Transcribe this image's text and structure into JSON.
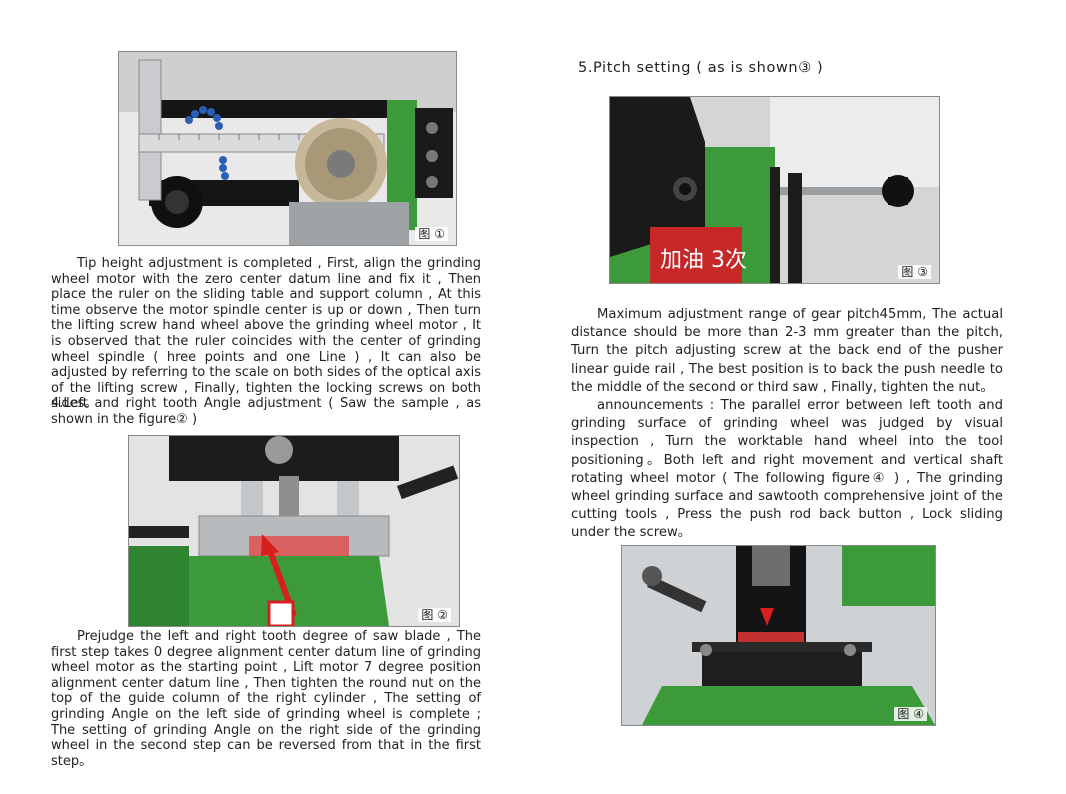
{
  "figures": {
    "fig1": "图 ①",
    "fig2": "图 ②",
    "fig3": "图 ③",
    "fig4": "图 ④"
  },
  "left_column": {
    "p1": "Tip height adjustment is completed , First, align the grinding wheel motor with the zero center datum line and fix it , Then place the ruler on the sliding table and support column , At this time observe the motor spindle center is up or down , Then turn the lifting screw hand wheel above the grinding wheel motor , It is observed that the ruler coincides with the center of grinding wheel spindle ( hree points and one Line ) , It can also be adjusted by referring to the scale on both sides of the optical axis of the lifting screw , Finally, tighten the locking screws on both sides。",
    "p2": "4.Left and right tooth Angle adjustment ( Saw the sample , as shown in the figure② )",
    "p3": "Prejudge the left and right tooth degree of saw blade , The first step takes 0 degree alignment center datum line of grinding wheel motor as the starting point , Lift motor 7 degree position alignment center datum line , Then tighten the round nut on the top of the guide column of the right cylinder , The setting of grinding Angle on the left side of grinding wheel is complete ; The setting of grinding Angle on the right side of the grinding wheel in the second step can be reversed from that in the first step。"
  },
  "right_column": {
    "heading": "5.Pitch setting ( as is shown③ )",
    "p1": "Maximum adjustment range of gear pitch45mm, The actual distance should be more than 2-3 mm greater than the pitch, Turn the pitch adjusting screw at the back end of the pusher linear guide rail , The best position is to back the push needle to the middle of the second or third saw , Finally, tighten the nut。",
    "p2": "announcements : The parallel error between left tooth and grinding surface of grinding wheel was judged by visual inspection , Turn the worktable hand wheel into the tool positioning。Both left and right movement and vertical shaft rotating wheel motor ( The following figure④ ) , The grinding wheel grinding surface and sawtooth comprehensive joint of the cutting tools , Press the push rod back button , Lock sliding under the screw。"
  },
  "fig3_sign_text": "加油 3次",
  "colors": {
    "machine_green": "#3c9a3a",
    "machine_black": "#1c1c1c",
    "arrow_red": "#d81e1e",
    "steel": "#bfc3c6"
  }
}
